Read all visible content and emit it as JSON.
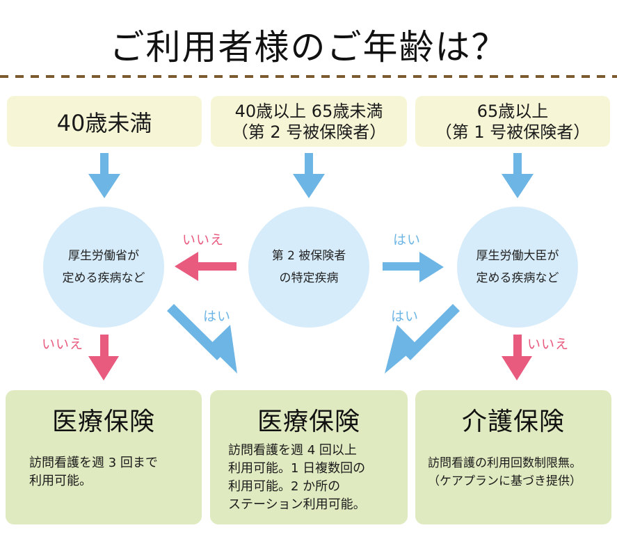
{
  "title": "ご利用者様のご年齢は？",
  "colors": {
    "divider": "#7a5a2e",
    "top_box": "#f6f6d6",
    "circle": "#d6ecfa",
    "bottom_box": "#dfeac0",
    "yes_arrow": "#6cb5e5",
    "no_arrow": "#e85a7e"
  },
  "age_groups": [
    {
      "lines": [
        "40歳未満"
      ]
    },
    {
      "lines": [
        "40歳以上 65歳未満",
        "（第 2 号被保険者）"
      ]
    },
    {
      "lines": [
        "65歳以上",
        "（第 1 号被保険者）"
      ]
    }
  ],
  "conditions": [
    {
      "lines": [
        "厚生労働省が",
        "定める疾病など"
      ]
    },
    {
      "lines": [
        "第 2 被保険者",
        "の特定疾病"
      ]
    },
    {
      "lines": [
        "厚生労働大臣が",
        "定める疾病など"
      ]
    }
  ],
  "edge_labels": {
    "center_to_left_no": "いいえ",
    "center_to_right_yes": "はい",
    "left_to_center_yes": "はい",
    "right_to_center_yes": "はい",
    "left_down_no": "いいえ",
    "right_down_no": "いいえ"
  },
  "results": [
    {
      "heading": "医療保険",
      "lines": [
        "訪問看護を週 3 回まで",
        "利用可能。"
      ]
    },
    {
      "heading": "医療保険",
      "lines": [
        "訪問看護を週 4 回以上",
        "利用可能。1 日複数回の",
        "利用可能。2 か所の",
        "ステーション利用可能。"
      ]
    },
    {
      "heading": "介護保険",
      "lines": [
        "訪問看護の利用回数制限無。",
        "（ケアプランに基づき提供）"
      ]
    }
  ]
}
